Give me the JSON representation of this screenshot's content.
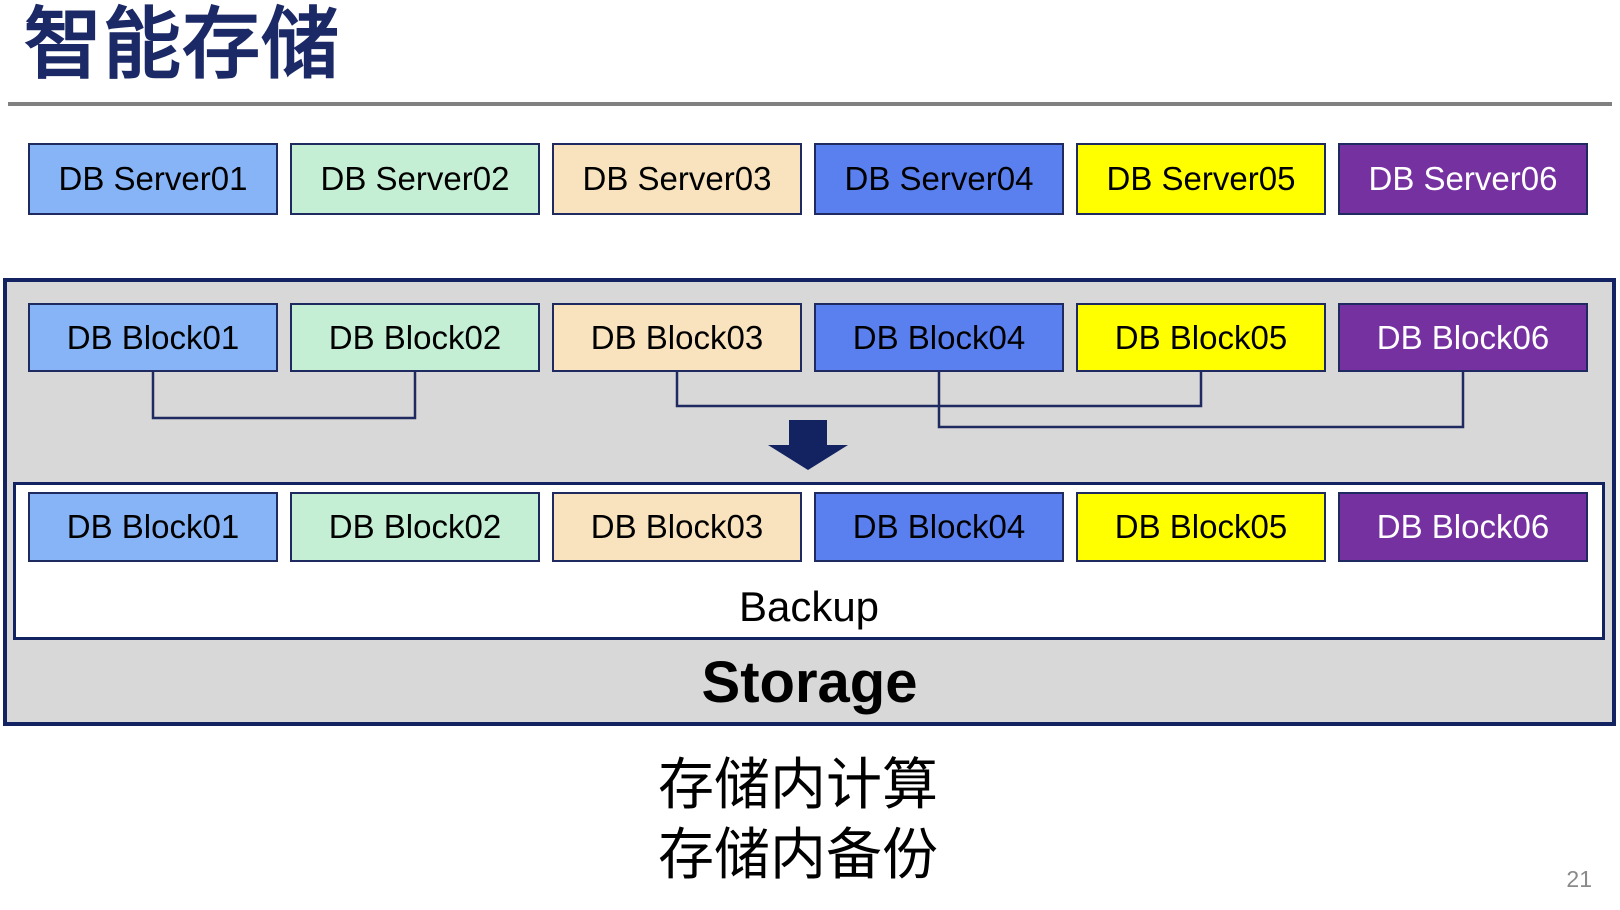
{
  "slide": {
    "title": "智能存储",
    "page_number": "21",
    "caption_lines": [
      "存储内计算",
      "存储内备份"
    ]
  },
  "palette": {
    "title_color": "#1B2A66",
    "divider_color": "#808080",
    "box_border": "#1F2A60",
    "container_border": "#132260",
    "container_fill": "#D8D8D8",
    "connector_color": "#1F2A60",
    "arrow_color": "#132260",
    "page_number_color": "#8A8A8A"
  },
  "server_row": [
    {
      "label": "DB Server01",
      "bg": "#87B4F6",
      "fg": "#000000"
    },
    {
      "label": "DB Server02",
      "bg": "#C5EFD4",
      "fg": "#000000"
    },
    {
      "label": "DB Server03",
      "bg": "#F8E3BE",
      "fg": "#000000"
    },
    {
      "label": "DB Server04",
      "bg": "#5A80EF",
      "fg": "#000000"
    },
    {
      "label": "DB Server05",
      "bg": "#FFFF00",
      "fg": "#000000"
    },
    {
      "label": "DB Server06",
      "bg": "#7631A1",
      "fg": "#FFFFFF"
    }
  ],
  "storage": {
    "label": "Storage",
    "backup_label": "Backup",
    "top_blocks": [
      {
        "label": "DB Block01",
        "bg": "#87B4F6",
        "fg": "#000000"
      },
      {
        "label": "DB Block02",
        "bg": "#C5EFD4",
        "fg": "#000000"
      },
      {
        "label": "DB Block03",
        "bg": "#F8E3BE",
        "fg": "#000000"
      },
      {
        "label": "DB Block04",
        "bg": "#5A80EF",
        "fg": "#000000"
      },
      {
        "label": "DB Block05",
        "bg": "#FFFF00",
        "fg": "#000000"
      },
      {
        "label": "DB Block06",
        "bg": "#7631A1",
        "fg": "#FFFFFF"
      }
    ],
    "backup_blocks": [
      {
        "label": "DB Block01",
        "bg": "#87B4F6",
        "fg": "#000000"
      },
      {
        "label": "DB Block02",
        "bg": "#C5EFD4",
        "fg": "#000000"
      },
      {
        "label": "DB Block03",
        "bg": "#F8E3BE",
        "fg": "#000000"
      },
      {
        "label": "DB Block04",
        "bg": "#5A80EF",
        "fg": "#000000"
      },
      {
        "label": "DB Block05",
        "bg": "#FFFF00",
        "fg": "#000000"
      },
      {
        "label": "DB Block06",
        "bg": "#7631A1",
        "fg": "#FFFFFF"
      }
    ]
  }
}
